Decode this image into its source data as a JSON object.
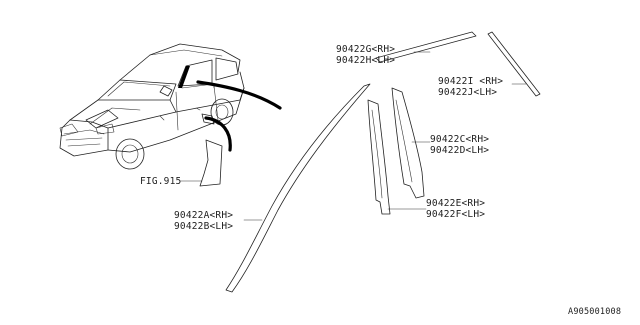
{
  "callouts": {
    "g_h": [
      "90422G<RH>",
      "90422H<LH>"
    ],
    "i_j": [
      "90422I <RH>",
      "90422J<LH>"
    ],
    "c_d": [
      "90422C<RH>",
      "90422D<LH>"
    ],
    "e_f": [
      "90422E<RH>",
      "90422F<LH>"
    ],
    "a_b": [
      "90422A<RH>",
      "90422B<LH>"
    ],
    "fig": "FIG.915"
  },
  "diagram_code": "A905001008"
}
